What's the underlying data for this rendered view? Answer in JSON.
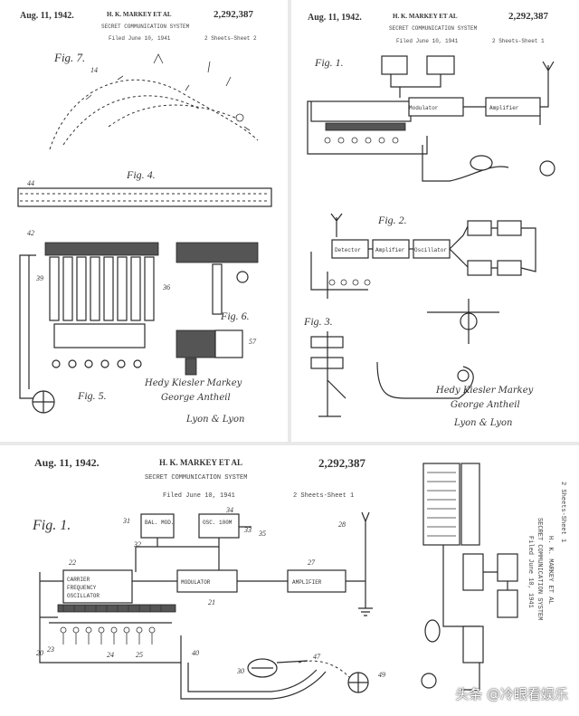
{
  "sheet2": {
    "date": "Aug. 11, 1942.",
    "inventor": "H. K. MARKEY ET AL",
    "patent_no": "2,292,387",
    "title": "SECRET COMMUNICATION SYSTEM",
    "filed": "Filed June 10, 1941",
    "sheets": "2 Sheets-Sheet 2",
    "figures": {
      "fig7": "Fig. 7.",
      "fig4": "Fig. 4.",
      "fig5": "Fig. 5.",
      "fig6": "Fig. 6."
    },
    "signature_1": "Hedy Kiesler Markey",
    "signature_2": "George Antheil",
    "attorney": "Lyon & Lyon"
  },
  "sheet1_small": {
    "date": "Aug. 11, 1942.",
    "inventor": "H. K. MARKEY ET AL",
    "patent_no": "2,292,387",
    "title": "SECRET COMMUNICATION SYSTEM",
    "filed": "Filed June 10, 1941",
    "sheets": "2 Sheets-Sheet 1",
    "figures": {
      "fig1": "Fig. 1.",
      "fig2": "Fig. 2.",
      "fig3": "Fig. 3."
    },
    "blocks": {
      "oscillator": "Oscillator",
      "modulator": "Modulator",
      "amplifier": "Amplifier",
      "detector": "Detector"
    },
    "signature_1": "Hedy Kiesler Markey",
    "signature_2": "George Antheil",
    "attorney": "Lyon & Lyon"
  },
  "sheet1_large": {
    "date": "Aug. 11, 1942.",
    "inventor": "H. K. MARKEY ET AL",
    "patent_no": "2,292,387",
    "title": "SECRET COMMUNICATION SYSTEM",
    "filed": "Filed June 10, 1941",
    "sheets": "2 Sheets-Sheet 1",
    "figure": "Fig. 1.",
    "blocks": {
      "bal_mod": "BAL. MOD.",
      "osc": "OSC. 100M",
      "carrier": "CARRIER FREQUENCY OSCILLATOR",
      "modulator": "MODULATOR",
      "amplifier": "AMPLIFIER"
    },
    "ref_numbers": [
      "31",
      "32",
      "33",
      "34",
      "35",
      "22",
      "27",
      "28",
      "21",
      "20",
      "23",
      "24",
      "25",
      "30",
      "40",
      "47",
      "49"
    ]
  },
  "sheet_rotated": {
    "lines": [
      "H. K. MARKEY ET AL",
      "SECRET COMMUNICATION SYSTEM",
      "Filed June 10, 1941",
      "2 Sheets-Sheet 1"
    ]
  },
  "watermark": "头条 @冷眼看娱乐"
}
